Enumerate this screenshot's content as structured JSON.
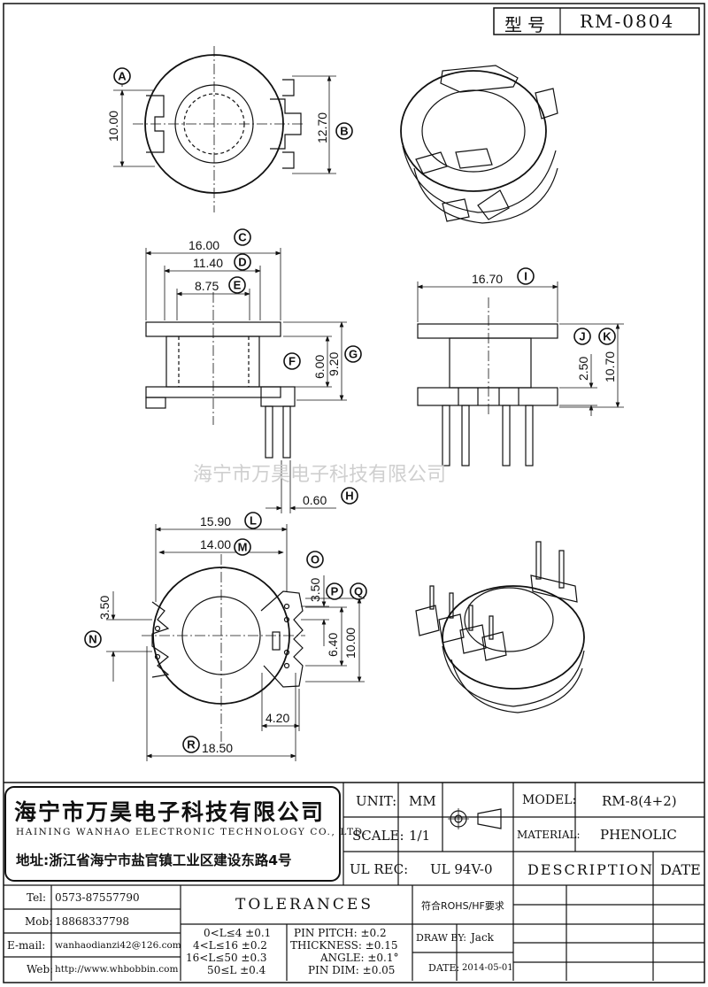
{
  "model_box": {
    "label": "型号",
    "value": "RM-0804"
  },
  "watermark": "海宁市万昊电子科技有限公司",
  "dimensions": {
    "A": "10.00",
    "B": "12.70",
    "C": "16.00",
    "D": "11.40",
    "E": "8.75",
    "F": "6.00",
    "G": "9.20",
    "H": "0.60",
    "I": "16.70",
    "J": "2.50",
    "K": "10.70",
    "L": "15.90",
    "M": "14.00",
    "N": "3.50",
    "O": "3.50",
    "P": "6.40",
    "Q": "10.00",
    "R": "18.50",
    "S": "4.20"
  },
  "callouts": [
    "A",
    "B",
    "C",
    "D",
    "E",
    "F",
    "G",
    "H",
    "I",
    "J",
    "K",
    "L",
    "M",
    "N",
    "O",
    "P",
    "Q",
    "R"
  ],
  "company": {
    "name_cn": "海宁市万昊电子科技有限公司",
    "name_en": "HAINING WANHAO ELECTRONIC TECHNOLOGY CO., LTD.",
    "address": "地址:浙江省海宁市盐官镇工业区建设东路4号"
  },
  "contact": [
    {
      "label": "Tel:",
      "value": "0573-87557790"
    },
    {
      "label": "Mob:",
      "value": "18868337798"
    },
    {
      "label": "E-mail:",
      "value": "wanhaodianzi42@126.com"
    },
    {
      "label": "Web:",
      "value": "http://www.whbobbin.com"
    }
  ],
  "unit": {
    "label": "UNIT:",
    "value": "MM"
  },
  "scale": {
    "label": "SCALE:",
    "value": "1/1"
  },
  "ul_rec": {
    "label": "UL REC:",
    "value": "UL 94V-0"
  },
  "model": {
    "label": "MODEL:",
    "value": "RM-8(4+2)"
  },
  "material": {
    "label": "MATERIAL:",
    "value": "PHENOLIC"
  },
  "description_header": "DESCRIPTION",
  "date_header": "DATE",
  "tolerances": {
    "title": "TOLERANCES",
    "rohs": "符合ROHS/HF要求",
    "length_rows": [
      "0<L≤4 ±0.1",
      "4<L≤16 ±0.2",
      "16<L≤50 ±0.3",
      "50≤L ±0.4"
    ],
    "other_rows": [
      "PIN PITCH: ±0.2",
      "THICKNESS: ±0.15",
      "ANGLE: ±0.1°",
      "PIN DIM: ±0.05"
    ],
    "draw_by_label": "DRAW BY:",
    "draw_by": "Jack",
    "date_label": "DATE:",
    "date": "2014-05-01"
  }
}
